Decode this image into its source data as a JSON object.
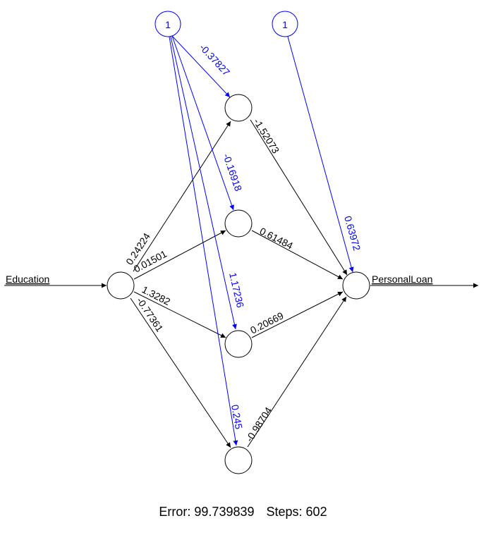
{
  "network": {
    "input_label": "Education",
    "output_label": "PersonalLoan",
    "bias_label": "1",
    "weights": {
      "input_to_h1": "0.24224",
      "input_to_h2": "0.01501",
      "input_to_h3": "1.3282",
      "input_to_h4": "-0.77361",
      "bias_to_h1": "-0.37827",
      "bias_to_h2": "-0.16918",
      "bias_to_h3": "1.17236",
      "bias_to_h4": "0.245",
      "h1_to_output": "-1.52073",
      "h2_to_output": "0.61484",
      "h3_to_output": "0.20669",
      "h4_to_output": "-0.98704",
      "bias_to_output": "0.63972"
    },
    "colors": {
      "bias": "#0000ff",
      "weight": "#000000"
    }
  },
  "footer": {
    "error_text": "Error: 99.739839",
    "steps_text": "Steps: 602"
  }
}
